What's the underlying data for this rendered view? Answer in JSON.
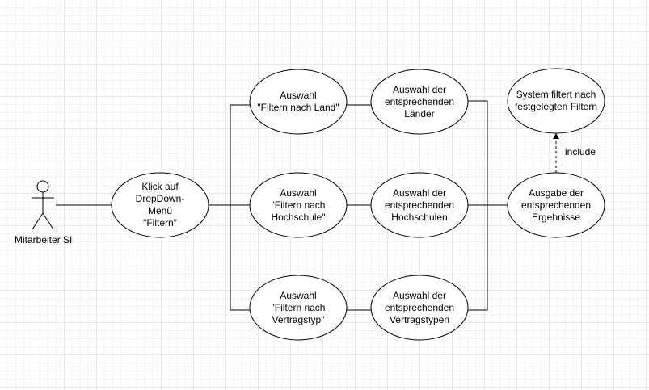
{
  "diagram": {
    "actor": {
      "label": "Mitarbeiter SI"
    },
    "usecases": {
      "click_dropdown": "Klick auf\nDropDown-\nMenü\n\"Filtern\"",
      "filter_land": "Auswahl\n\"Filtern nach Land\"",
      "filter_hochschule": "Auswahl\n\"Filtern nach\nHochschule\"",
      "filter_vertragstyp": "Auswahl\n\"Filtern nach\nVertragstyp\"",
      "select_laender": "Auswahl der\nentsprechenden\nLänder",
      "select_hochschulen": "Auswahl der\nentsprechenden\nHochschulen",
      "select_vertragstypen": "Auswahl der\nentsprechenden\nVertragstypen",
      "output_results": "Ausgabe der\nentsprechenden\nErgebnisse",
      "system_filter": "System filtert nach\nfestgelegten Filtern"
    },
    "relations": {
      "include_label": "include"
    }
  }
}
